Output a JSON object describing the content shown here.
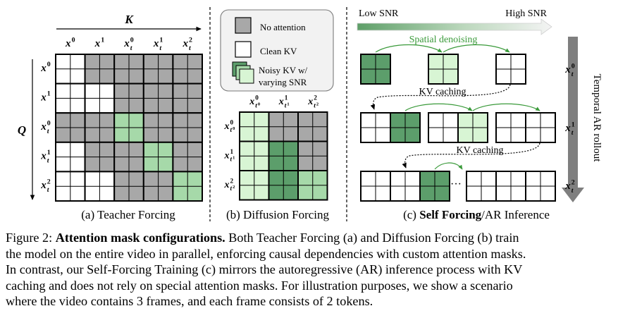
{
  "colors": {
    "no_attention": "#a8a8a8",
    "clean": "#ffffff",
    "noisy_dark": "#5c9e6b",
    "noisy_mid": "#a6d9a9",
    "noisy_light": "#d8f5d4",
    "accent_green": "#3a9a3a",
    "arrow_gray": "#7f7f7f"
  },
  "teacher": {
    "k_label": "K",
    "q_label": "Q",
    "cols": [
      {
        "base": "x",
        "sup": "0",
        "sub": ""
      },
      {
        "base": "x",
        "sup": "1",
        "sub": ""
      },
      {
        "base": "x",
        "sup": "0",
        "sub": "t"
      },
      {
        "base": "x",
        "sup": "1",
        "sub": "t"
      },
      {
        "base": "x",
        "sup": "2",
        "sub": "t"
      }
    ],
    "rows": [
      {
        "base": "x",
        "sup": "0",
        "sub": ""
      },
      {
        "base": "x",
        "sup": "1",
        "sub": ""
      },
      {
        "base": "x",
        "sup": "0",
        "sub": "t"
      },
      {
        "base": "x",
        "sup": "1",
        "sub": "t"
      },
      {
        "base": "x",
        "sup": "2",
        "sub": "t"
      }
    ],
    "mask": [
      [
        "clean",
        "none",
        "none",
        "none",
        "none"
      ],
      [
        "clean",
        "clean",
        "none",
        "none",
        "none"
      ],
      [
        "none",
        "none",
        "noisy",
        "none",
        "none"
      ],
      [
        "clean",
        "none",
        "none",
        "noisy",
        "none"
      ],
      [
        "clean",
        "clean",
        "none",
        "none",
        "noisy"
      ]
    ],
    "caption": "(a) Teacher Forcing"
  },
  "legend": {
    "no_attention": "No attention",
    "clean": "Clean KV",
    "noisy_line1": "Noisy KV w/",
    "noisy_line2": "varying SNR"
  },
  "diffusion": {
    "cols": [
      {
        "base": "x",
        "sup": "0",
        "sub": "t",
        "subsup": "0"
      },
      {
        "base": "x",
        "sup": "1",
        "sub": "t",
        "subsup": "1"
      },
      {
        "base": "x",
        "sup": "2",
        "sub": "t",
        "subsup": "2"
      }
    ],
    "rows": [
      {
        "base": "x",
        "sup": "0",
        "sub": "t",
        "subsup": "0"
      },
      {
        "base": "x",
        "sup": "1",
        "sub": "t",
        "subsup": "1"
      },
      {
        "base": "x",
        "sup": "2",
        "sub": "t",
        "subsup": "2"
      }
    ],
    "mask": [
      [
        "light",
        "none",
        "none"
      ],
      [
        "light",
        "dark",
        "none"
      ],
      [
        "light",
        "dark",
        "mid"
      ]
    ],
    "caption": "(b) Diffusion Forcing"
  },
  "selfforcing": {
    "low_snr": "Low SNR",
    "high_snr": "High SNR",
    "spatial_denoising": "Spatial denoising",
    "kv_caching": "KV caching",
    "ellipsis": "···",
    "rollout": "Temporal AR rollout",
    "row_labels": [
      {
        "base": "x",
        "sup": "0",
        "sub": "t"
      },
      {
        "base": "x",
        "sup": "1",
        "sub": "t"
      },
      {
        "base": "x",
        "sup": "2",
        "sub": "t"
      }
    ],
    "caption_prefix": "(c) ",
    "caption_bold": "Self Forcing",
    "caption_suffix": "/AR Inference"
  },
  "figure_caption": {
    "label": "Figure 2:",
    "title": "Attention mask configurations.",
    "line1_rest": "Both Teacher Forcing (a) and Diffusion Forcing (b) train",
    "line2": "the model on the entire video in parallel, enforcing causal dependencies with custom attention masks.",
    "line3": "In contrast, our Self-Forcing Training (c) mirrors the autoregressive (AR) inference process with KV",
    "line4": "caching and does not rely on special attention masks. For illustration purposes, we show a scenario",
    "line5": "where the video contains 3 frames, and each frame consists of 2 tokens."
  }
}
